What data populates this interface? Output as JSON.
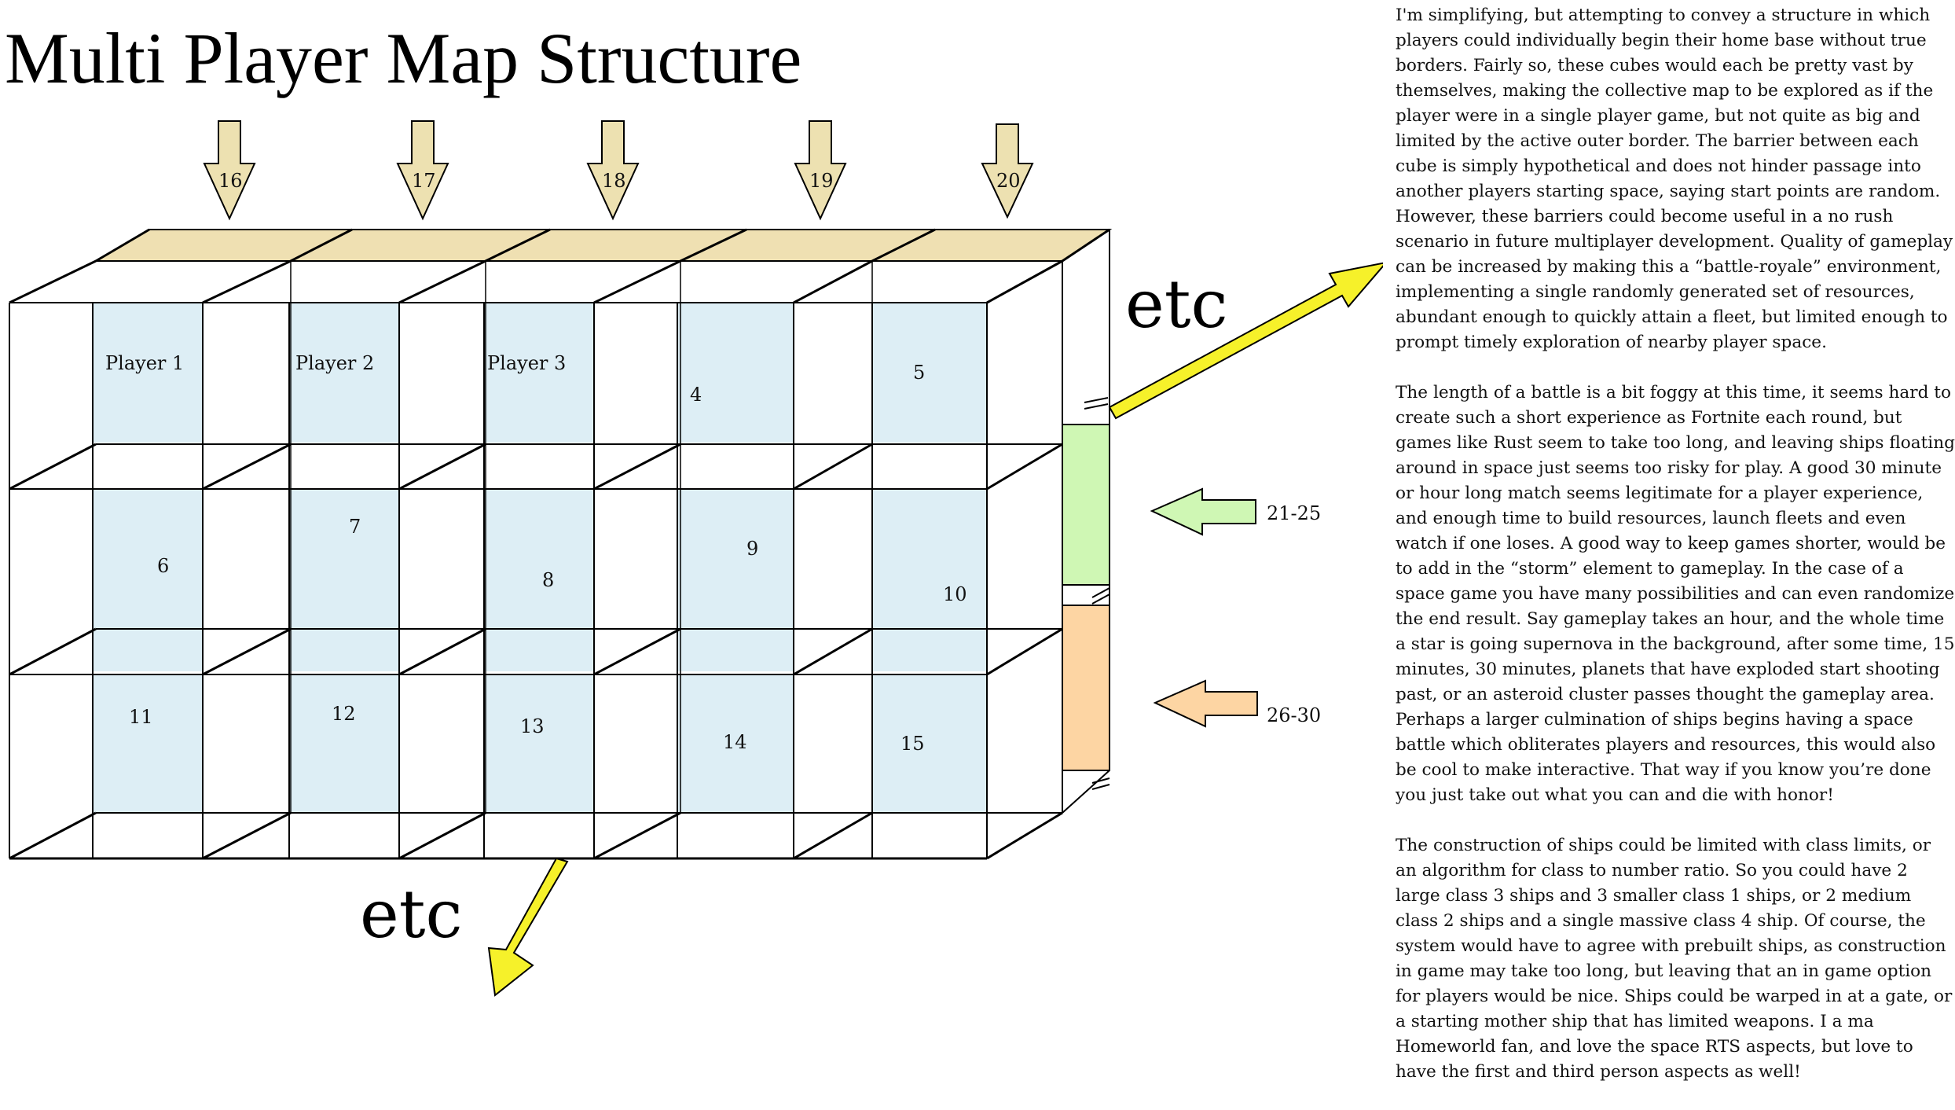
{
  "title": "Multi Player Map Structure",
  "cells": [
    "Player 1",
    "Player 2",
    "Player 3",
    "4",
    "5",
    "6",
    "7",
    "8",
    "9",
    "10",
    "11",
    "12",
    "13",
    "14",
    "15"
  ],
  "top_arrows": [
    "16",
    "17",
    "18",
    "19",
    "20"
  ],
  "side_arrows": [
    {
      "label": "21-25",
      "color": "#cff7b4"
    },
    {
      "label": "26-30",
      "color": "#fdd5a3"
    }
  ],
  "etc_labels": [
    "etc",
    "etc"
  ],
  "colors": {
    "cell_fill": "#ddeef5",
    "top_band": "#efe0b2",
    "top_arrow": "#ede1b1",
    "side_green": "#cff7b4",
    "side_orange": "#fdd5a3",
    "etc_arrow": "#f6f12a"
  },
  "paragraphs": [
    "I'm simplifying, but attempting to convey a structure in which players could individually begin their home base without true borders. Fairly so, these cubes would each be pretty vast by themselves, making the collective map to be explored as if the player were in a single player game, but not quite as big and limited by the active outer border. The barrier between each cube is simply hypothetical and does not hinder passage into another players starting space, saying start points are random. However, these barriers could become useful in a no rush scenario in future multiplayer development. Quality of gameplay can be increased by making this a “battle-royale” environment, implementing a single randomly generated set of resources, abundant enough to quickly attain a fleet, but limited enough to prompt timely exploration of nearby player space.",
    "The length of a battle is a bit foggy at this time, it seems hard to create such a short experience as Fortnite each round, but games like Rust seem to take too long, and leaving ships floating around in space just seems too risky for play. A good 30 minute or hour long match  seems legitimate for a player experience, and enough time to build resources, launch fleets and even watch if one loses. A good way to keep games shorter, would be to add in the “storm” element to gameplay. In the case of a space game you have many possibilities and can even randomize the end result. Say gameplay takes an hour, and the whole time a star is going supernova in the background, after some time, 15 minutes, 30 minutes, planets that have exploded start shooting past, or an asteroid cluster passes thought the gameplay area. Perhaps a larger culmination of ships begins having a space battle which obliterates players and resources, this would also be cool to make interactive. That way if you know you’re done you just take out what you can and die with honor!",
    "The construction of ships could be limited with class limits, or an algorithm for class to number ratio. So you could have 2 large class 3 ships and 3 smaller class 1 ships, or 2 medium class 2 ships and a single massive class 4 ship. Of course, the system would have to agree with prebuilt ships, as construction in game may take too long, but leaving that an in game option for players would be nice. Ships could be warped in at a gate, or a starting mother ship that has limited weapons. I a ma Homeworld fan, and love the space RTS aspects, but love to have the first and third person aspects as well!"
  ]
}
